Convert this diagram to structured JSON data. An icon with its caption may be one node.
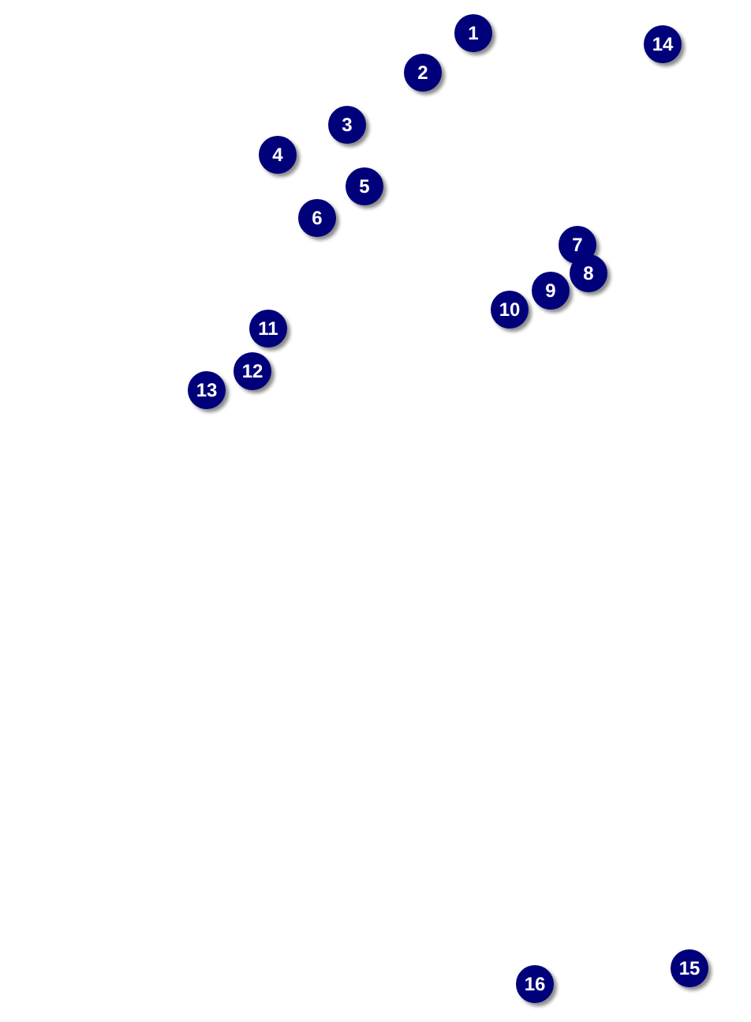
{
  "diagram": {
    "labels": [
      "1",
      "2",
      "3",
      "4",
      "5",
      "6",
      "7",
      "8",
      "9",
      "10",
      "11",
      "12",
      "13",
      "14",
      "15",
      "16"
    ]
  }
}
